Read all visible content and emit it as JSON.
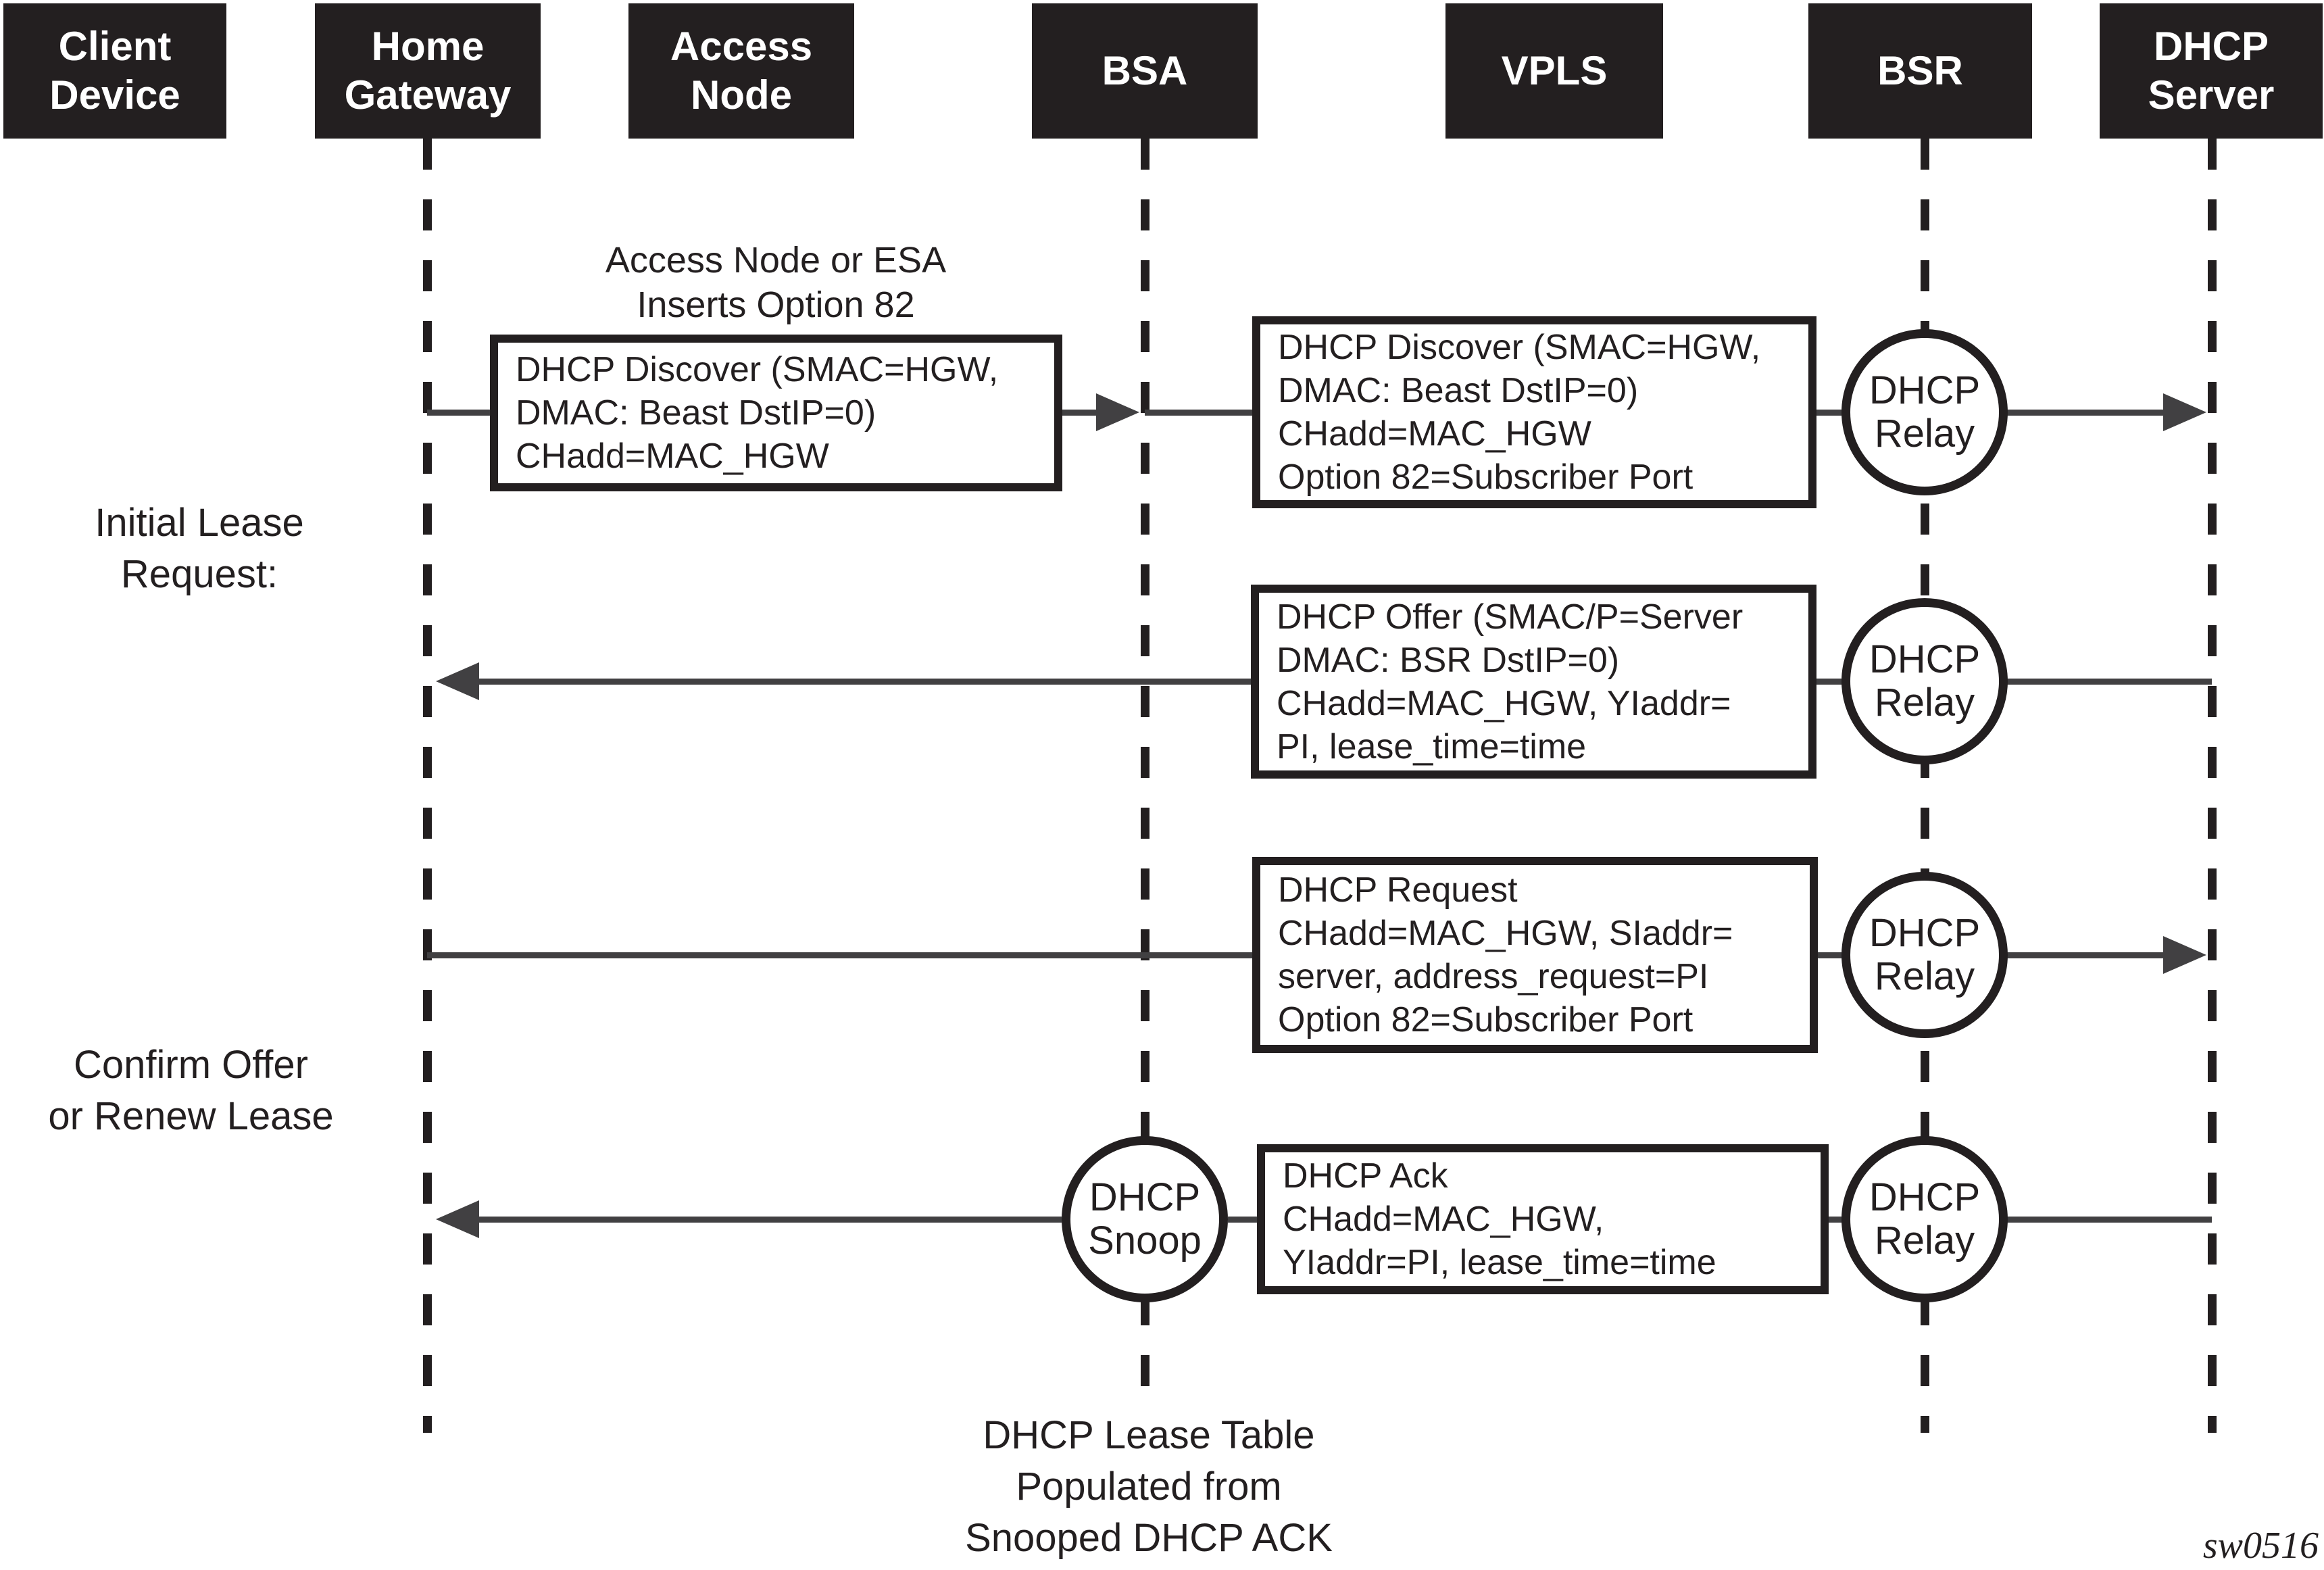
{
  "figure_id": "sw0516",
  "colors": {
    "ink": "#231F20",
    "arrow": "#414042",
    "paper": "#FFFFFF"
  },
  "actors": [
    {
      "name": "client-device",
      "lines": [
        "Client",
        "Device"
      ]
    },
    {
      "name": "home-gateway",
      "lines": [
        "Home",
        "Gateway"
      ]
    },
    {
      "name": "access-node",
      "lines": [
        "Access",
        "Node"
      ]
    },
    {
      "name": "bsa",
      "lines": [
        "BSA"
      ]
    },
    {
      "name": "vpls",
      "lines": [
        "VPLS"
      ]
    },
    {
      "name": "bsr",
      "lines": [
        "BSR"
      ]
    },
    {
      "name": "dhcp-server",
      "lines": [
        "DHCP",
        "Server"
      ]
    }
  ],
  "phase_labels": [
    {
      "name": "initial-lease",
      "lines": [
        "Initial Lease",
        "Request:"
      ]
    },
    {
      "name": "confirm-offer",
      "lines": [
        "Confirm Offer",
        "or Renew Lease"
      ]
    }
  ],
  "annotation": {
    "lines": [
      "Access Node or ESA",
      "Inserts Option 82"
    ]
  },
  "messages": [
    {
      "name": "dhcp-discover-hgw",
      "lines": [
        "DHCP Discover (SMAC=HGW,",
        "DMAC: Beast DstIP=0)",
        "CHadd=MAC_HGW"
      ]
    },
    {
      "name": "dhcp-discover-option82",
      "lines": [
        "DHCP Discover (SMAC=HGW,",
        "DMAC: Beast DstIP=0)",
        "CHadd=MAC_HGW",
        "Option 82=Subscriber Port"
      ]
    },
    {
      "name": "dhcp-offer",
      "lines": [
        "DHCP Offer (SMAC/P=Server",
        "DMAC: BSR DstIP=0)",
        "CHadd=MAC_HGW, YIaddr=",
        "PI, lease_time=time"
      ]
    },
    {
      "name": "dhcp-request",
      "lines": [
        "DHCP Request",
        "CHadd=MAC_HGW, SIaddr=",
        "server, address_request=PI",
        "Option 82=Subscriber Port"
      ]
    },
    {
      "name": "dhcp-ack",
      "lines": [
        "DHCP Ack",
        "CHadd=MAC_HGW,",
        "YIaddr=PI, lease_time=time"
      ]
    }
  ],
  "badges": {
    "relay": {
      "lines": [
        "DHCP",
        "Relay"
      ]
    },
    "snoop": {
      "lines": [
        "DHCP",
        "Snoop"
      ]
    }
  },
  "note": {
    "lines": [
      "DHCP Lease Table",
      "Populated from",
      "Snooped DHCP ACK"
    ]
  }
}
